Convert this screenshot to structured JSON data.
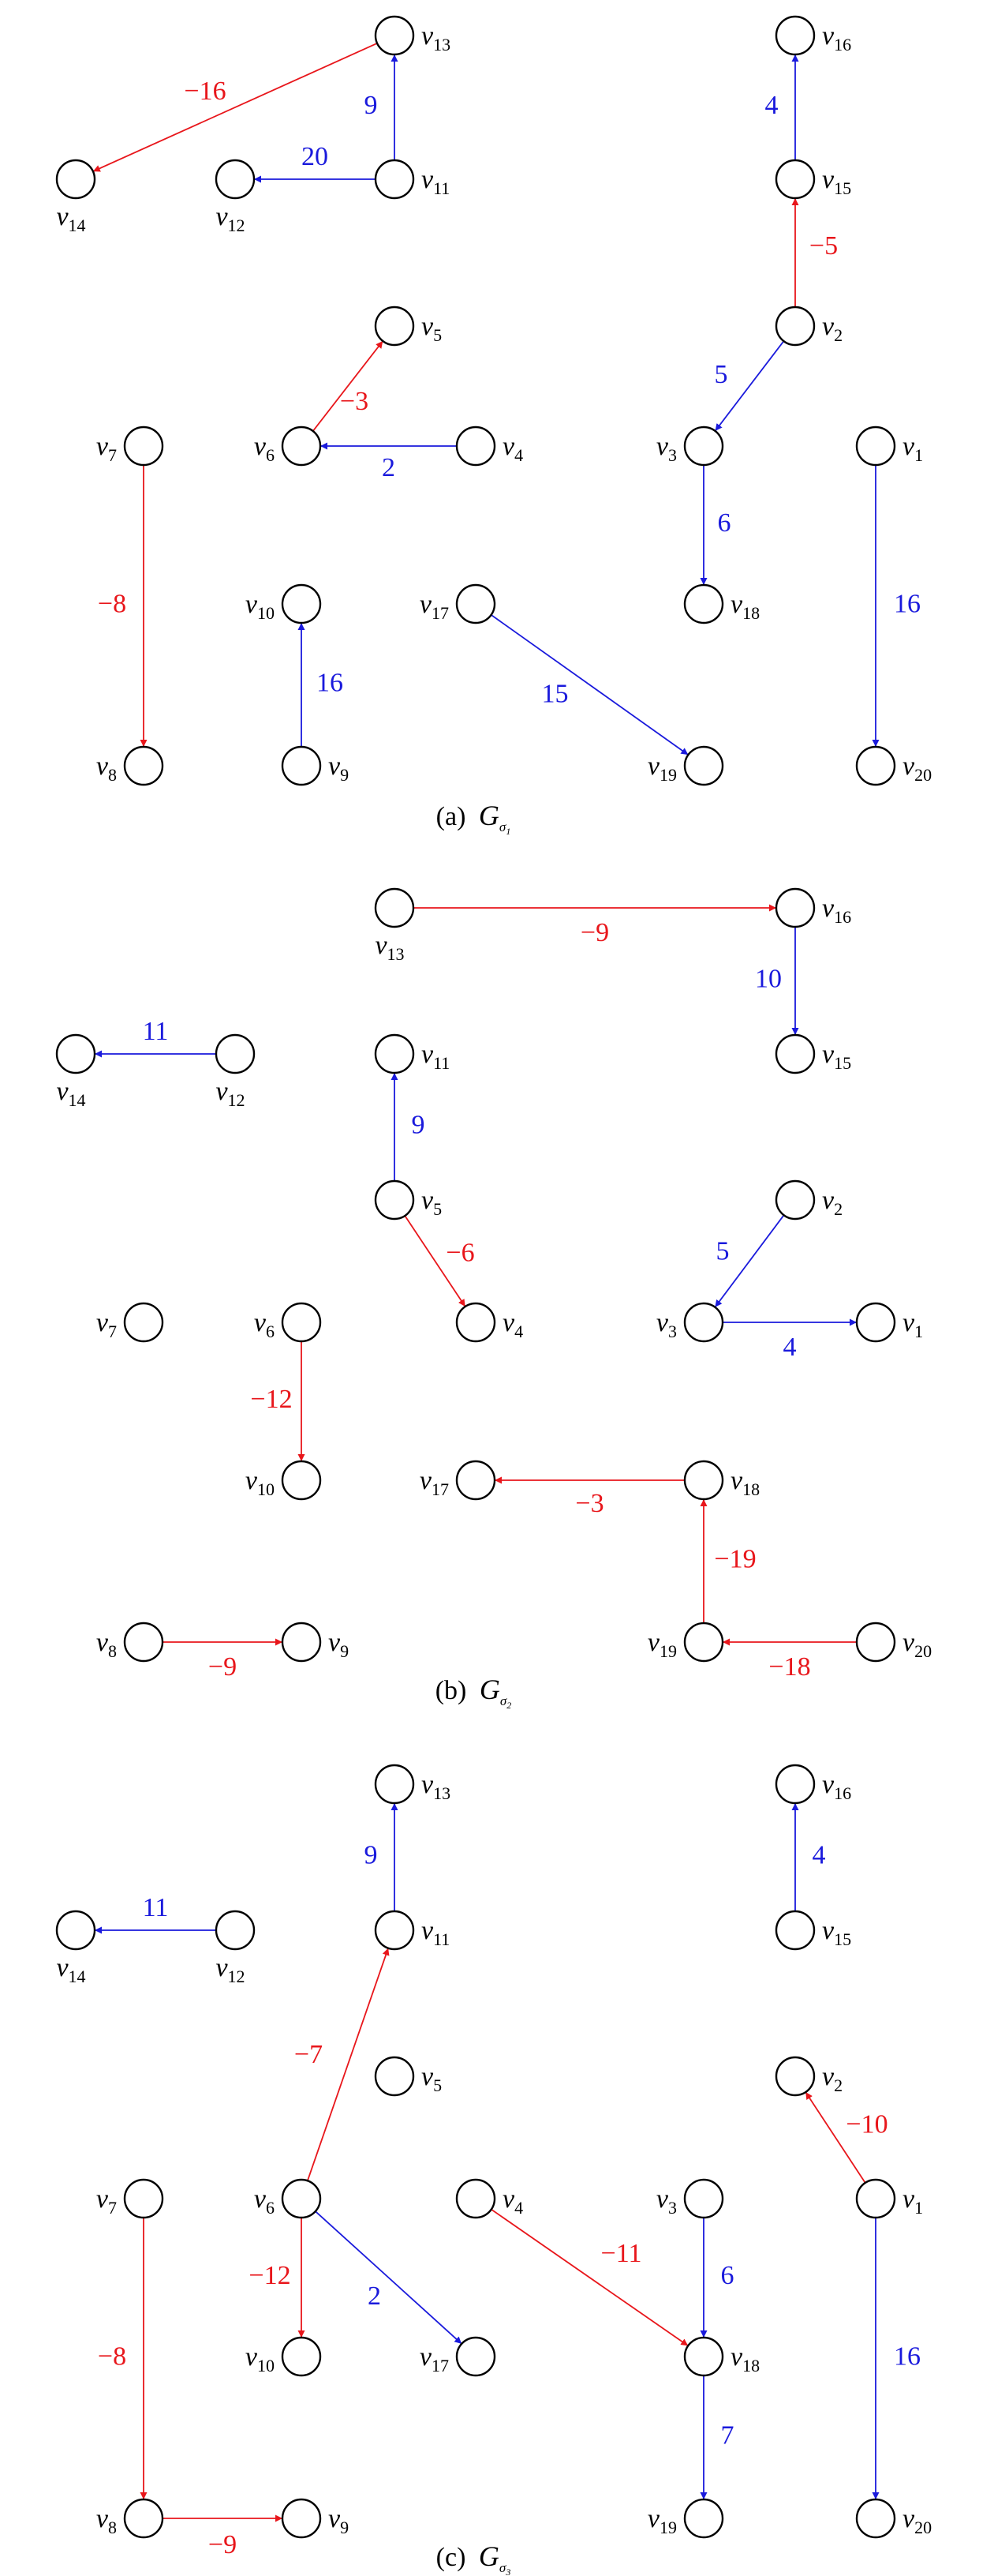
{
  "colors": {
    "positive": "#1a1adc",
    "negative": "#e8161b",
    "node": "#000000"
  },
  "panels": [
    {
      "id": "a",
      "caption": {
        "prefix": "(a)",
        "script": "G",
        "sub": "σ",
        "subsub": "1"
      },
      "nodes": [
        "1",
        "2",
        "3",
        "4",
        "5",
        "6",
        "7",
        "8",
        "9",
        "10",
        "11",
        "12",
        "13",
        "14",
        "15",
        "16",
        "17",
        "18",
        "19",
        "20"
      ],
      "edges": [
        {
          "from": "13",
          "to": "14",
          "w": "−16",
          "sign": "neg"
        },
        {
          "from": "11",
          "to": "13",
          "w": "9",
          "sign": "pos"
        },
        {
          "from": "11",
          "to": "12",
          "w": "20",
          "sign": "pos"
        },
        {
          "from": "15",
          "to": "16",
          "w": "4",
          "sign": "pos"
        },
        {
          "from": "2",
          "to": "15",
          "w": "−5",
          "sign": "neg"
        },
        {
          "from": "2",
          "to": "3",
          "w": "5",
          "sign": "pos"
        },
        {
          "from": "6",
          "to": "5",
          "w": "−3",
          "sign": "neg"
        },
        {
          "from": "4",
          "to": "6",
          "w": "2",
          "sign": "pos"
        },
        {
          "from": "3",
          "to": "18",
          "w": "6",
          "sign": "pos"
        },
        {
          "from": "7",
          "to": "8",
          "w": "−8",
          "sign": "neg"
        },
        {
          "from": "9",
          "to": "10",
          "w": "16",
          "sign": "pos"
        },
        {
          "from": "17",
          "to": "19",
          "w": "15",
          "sign": "pos"
        },
        {
          "from": "1",
          "to": "20",
          "w": "16",
          "sign": "pos"
        }
      ]
    },
    {
      "id": "b",
      "caption": {
        "prefix": "(b)",
        "script": "G",
        "sub": "σ",
        "subsub": "2"
      },
      "nodes": [
        "1",
        "2",
        "3",
        "4",
        "5",
        "6",
        "7",
        "8",
        "9",
        "10",
        "11",
        "12",
        "13",
        "14",
        "15",
        "16",
        "17",
        "18",
        "19",
        "20"
      ],
      "edges": [
        {
          "from": "13",
          "to": "16",
          "w": "−9",
          "sign": "neg"
        },
        {
          "from": "16",
          "to": "15",
          "w": "10",
          "sign": "pos"
        },
        {
          "from": "12",
          "to": "14",
          "w": "11",
          "sign": "pos"
        },
        {
          "from": "5",
          "to": "11",
          "w": "9",
          "sign": "pos"
        },
        {
          "from": "5",
          "to": "4",
          "w": "−6",
          "sign": "neg"
        },
        {
          "from": "2",
          "to": "3",
          "w": "5",
          "sign": "pos"
        },
        {
          "from": "3",
          "to": "1",
          "w": "4",
          "sign": "pos"
        },
        {
          "from": "6",
          "to": "10",
          "w": "−12",
          "sign": "neg"
        },
        {
          "from": "18",
          "to": "17",
          "w": "−3",
          "sign": "neg"
        },
        {
          "from": "19",
          "to": "18",
          "w": "−19",
          "sign": "neg"
        },
        {
          "from": "20",
          "to": "19",
          "w": "−18",
          "sign": "neg"
        },
        {
          "from": "8",
          "to": "9",
          "w": "−9",
          "sign": "neg"
        }
      ]
    },
    {
      "id": "c",
      "caption": {
        "prefix": "(c)",
        "script": "G",
        "sub": "σ",
        "subsub": "3"
      },
      "nodes": [
        "1",
        "2",
        "3",
        "4",
        "5",
        "6",
        "7",
        "8",
        "9",
        "10",
        "11",
        "12",
        "13",
        "14",
        "15",
        "16",
        "17",
        "18",
        "19",
        "20"
      ],
      "edges": [
        {
          "from": "11",
          "to": "13",
          "w": "9",
          "sign": "pos"
        },
        {
          "from": "15",
          "to": "16",
          "w": "4",
          "sign": "pos"
        },
        {
          "from": "12",
          "to": "14",
          "w": "11",
          "sign": "pos"
        },
        {
          "from": "6",
          "to": "11",
          "w": "−7",
          "sign": "neg"
        },
        {
          "from": "1",
          "to": "2",
          "w": "−10",
          "sign": "neg"
        },
        {
          "from": "4",
          "to": "18",
          "w": "−11",
          "sign": "neg"
        },
        {
          "from": "3",
          "to": "18",
          "w": "6",
          "sign": "pos"
        },
        {
          "from": "6",
          "to": "10",
          "w": "−12",
          "sign": "neg"
        },
        {
          "from": "6",
          "to": "17",
          "w": "2",
          "sign": "pos"
        },
        {
          "from": "7",
          "to": "8",
          "w": "−8",
          "sign": "neg"
        },
        {
          "from": "18",
          "to": "19",
          "w": "7",
          "sign": "pos"
        },
        {
          "from": "1",
          "to": "20",
          "w": "16",
          "sign": "pos"
        },
        {
          "from": "8",
          "to": "9",
          "w": "−9",
          "sign": "neg"
        }
      ]
    }
  ]
}
